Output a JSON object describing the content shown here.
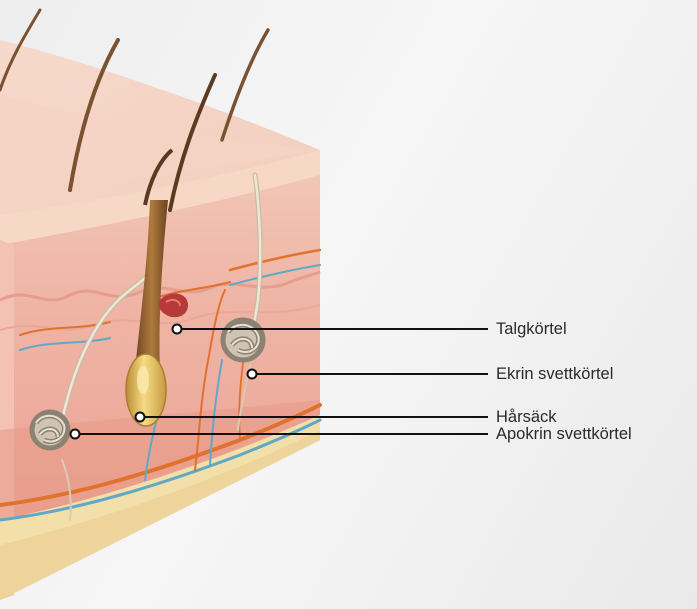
{
  "labels": {
    "talgkortel": "Talgkörtel",
    "ekrin": "Ekrin svettkörtel",
    "harsack": "Hårsäck",
    "apokrin": "Apokrin svettkörtel"
  },
  "colors": {
    "background": "#f0f0f0",
    "skin_top": "#f3c8b7",
    "dermis": "#f0b6a7",
    "fat_layer": "#f4e2b0",
    "vein_blue": "#5fa8c8",
    "artery_orange": "#e0722e",
    "leader_line": "#111111"
  }
}
